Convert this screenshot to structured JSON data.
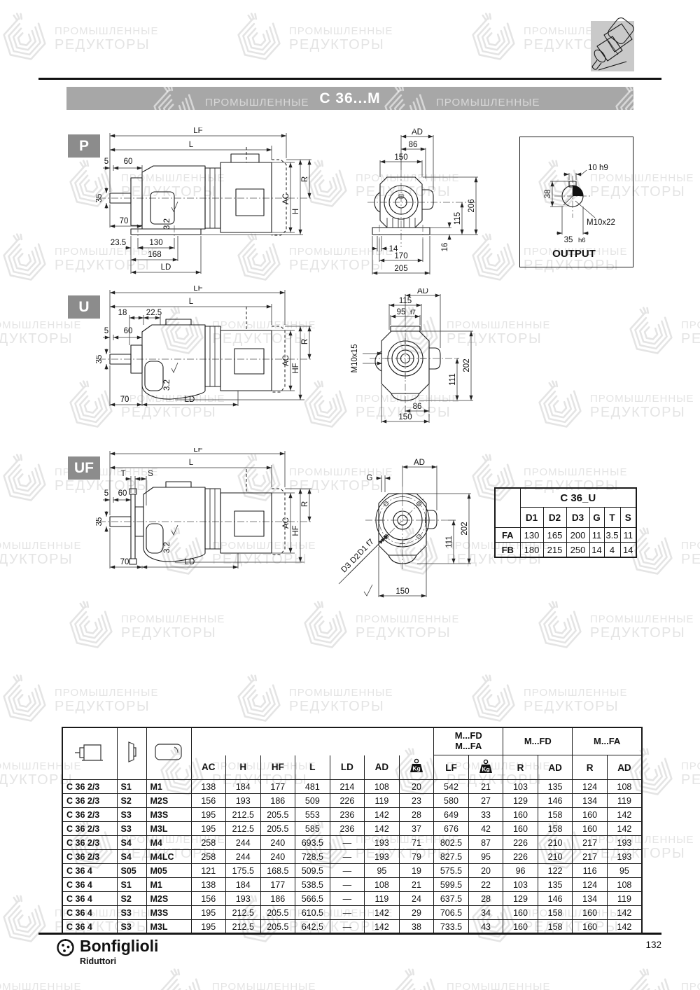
{
  "page": {
    "title": "C 36...M",
    "page_number": "132"
  },
  "watermark": {
    "line1": "ПРОМЫШЛЕННЫЕ",
    "line2": "РЕДУКТОРЫ"
  },
  "colors": {
    "title_bar": "#a7a7a7",
    "badge": "#8c8c8c"
  },
  "sections": {
    "p": {
      "badge": "P"
    },
    "u": {
      "badge": "U"
    },
    "uf": {
      "badge": "UF"
    }
  },
  "drawings": {
    "p_side": {
      "lf": "LF",
      "l": "L",
      "d5": "5",
      "d60": "60",
      "d35": "35",
      "d70": "70",
      "d235": "23.5",
      "d130": "130",
      "d168": "168",
      "ld": "LD",
      "rough": "3.2",
      "ac": "AC",
      "h": "H",
      "r": "R"
    },
    "p_front": {
      "ad": "AD",
      "d86": "86",
      "d150": "150",
      "d206": "206",
      "d115": "115",
      "d16": "16",
      "d14": "14",
      "d170": "170",
      "d205": "205"
    },
    "output": {
      "title": "OUTPUT",
      "d10": "10 h9",
      "d38": "38",
      "m10": "M10x22",
      "d35": "35",
      "h6": "h6"
    },
    "u_side": {
      "lf": "LF",
      "l": "L",
      "d18": "18",
      "d225": "22.5",
      "d5": "5",
      "d60": "60",
      "d35": "35",
      "d70": "70",
      "ld": "LD",
      "rough": "3.2",
      "ac": "AC",
      "hf": "HF",
      "r": "R"
    },
    "u_front": {
      "ad": "AD",
      "d115": "115",
      "d95": "95",
      "f7": "f7",
      "m10": "M10x15",
      "d202": "202",
      "d111": "111",
      "d86": "86",
      "d150": "150"
    },
    "uf_side": {
      "lf": "LF",
      "l": "L",
      "t": "T",
      "s": "S",
      "d5": "5",
      "d60": "60",
      "d35": "35",
      "d70": "70",
      "ld": "LD",
      "rough": "3.2",
      "ac": "AC",
      "hf": "HF",
      "r": "R"
    },
    "uf_front": {
      "g": "G",
      "ad": "AD",
      "d202": "202",
      "d111": "111",
      "d1": "D1 f7",
      "d2": "D2",
      "d3": "D3",
      "d150": "150"
    }
  },
  "c36u_table": {
    "title": "C 36_U",
    "columns": [
      "D1",
      "D2",
      "D3",
      "G",
      "T",
      "S"
    ],
    "rows": [
      {
        "label": "FA",
        "values": [
          "130",
          "165",
          "200",
          "11",
          "3.5",
          "11"
        ]
      },
      {
        "label": "FB",
        "values": [
          "180",
          "215",
          "250",
          "14",
          "4",
          "14"
        ]
      }
    ]
  },
  "main_table": {
    "group_headers": {
      "mfd_mfa_line1": "M...FD",
      "mfd_mfa_line2": "M...FA",
      "mfd": "M...FD",
      "mfa": "M...FA"
    },
    "columns": [
      "AC",
      "H",
      "HF",
      "L",
      "LD",
      "AD",
      "Kg",
      "LF",
      "Kg",
      "R",
      "AD",
      "R",
      "AD"
    ],
    "kg_label": "Kg",
    "rows": [
      {
        "model": "C 36 2/3",
        "stage": "S1",
        "motor": "M1",
        "values": [
          "138",
          "184",
          "177",
          "481",
          "214",
          "108",
          "20",
          "542",
          "21",
          "103",
          "135",
          "124",
          "108"
        ]
      },
      {
        "model": "C 36 2/3",
        "stage": "S2",
        "motor": "M2S",
        "values": [
          "156",
          "193",
          "186",
          "509",
          "226",
          "119",
          "23",
          "580",
          "27",
          "129",
          "146",
          "134",
          "119"
        ]
      },
      {
        "model": "C 36 2/3",
        "stage": "S3",
        "motor": "M3S",
        "values": [
          "195",
          "212.5",
          "205.5",
          "553",
          "236",
          "142",
          "28",
          "649",
          "33",
          "160",
          "158",
          "160",
          "142"
        ]
      },
      {
        "model": "C 36 2/3",
        "stage": "S3",
        "motor": "M3L",
        "values": [
          "195",
          "212.5",
          "205.5",
          "585",
          "236",
          "142",
          "37",
          "676",
          "42",
          "160",
          "158",
          "160",
          "142"
        ]
      },
      {
        "model": "C 36 2/3",
        "stage": "S4",
        "motor": "M4",
        "values": [
          "258",
          "244",
          "240",
          "693.5",
          "—",
          "193",
          "71",
          "802.5",
          "87",
          "226",
          "210",
          "217",
          "193"
        ]
      },
      {
        "model": "C 36 2/3",
        "stage": "S4",
        "motor": "M4LC",
        "values": [
          "258",
          "244",
          "240",
          "728.5",
          "—",
          "193",
          "79",
          "827.5",
          "95",
          "226",
          "210",
          "217",
          "193"
        ]
      },
      {
        "model": "C 36 4",
        "stage": "S05",
        "motor": "M05",
        "values": [
          "121",
          "175.5",
          "168.5",
          "509.5",
          "—",
          "95",
          "19",
          "575.5",
          "20",
          "96",
          "122",
          "116",
          "95"
        ]
      },
      {
        "model": "C 36 4",
        "stage": "S1",
        "motor": "M1",
        "values": [
          "138",
          "184",
          "177",
          "538.5",
          "—",
          "108",
          "21",
          "599.5",
          "22",
          "103",
          "135",
          "124",
          "108"
        ]
      },
      {
        "model": "C 36 4",
        "stage": "S2",
        "motor": "M2S",
        "values": [
          "156",
          "193",
          "186",
          "566.5",
          "—",
          "119",
          "24",
          "637.5",
          "28",
          "129",
          "146",
          "134",
          "119"
        ]
      },
      {
        "model": "C 36 4",
        "stage": "S3",
        "motor": "M3S",
        "values": [
          "195",
          "212.5",
          "205.5",
          "610.5",
          "—",
          "142",
          "29",
          "706.5",
          "34",
          "160",
          "158",
          "160",
          "142"
        ]
      },
      {
        "model": "C 36 4",
        "stage": "S3",
        "motor": "M3L",
        "values": [
          "195",
          "212.5",
          "205.5",
          "642.5",
          "—",
          "142",
          "38",
          "733.5",
          "43",
          "160",
          "158",
          "160",
          "142"
        ]
      }
    ]
  },
  "footer": {
    "brand": "Bonfiglioli",
    "division": "Riduttori",
    "page": "132"
  }
}
